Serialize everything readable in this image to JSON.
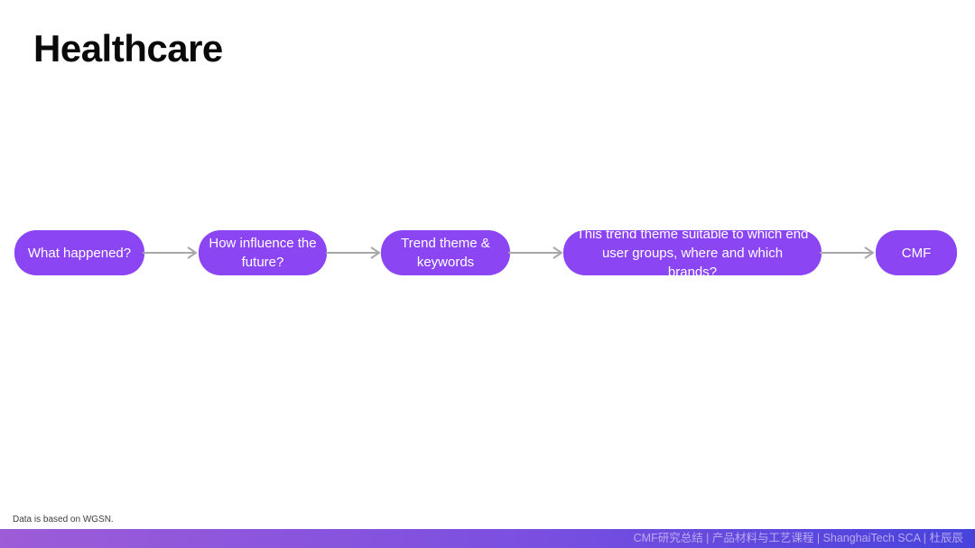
{
  "slide": {
    "title": "Healthcare",
    "note": "Data is based on WGSN.",
    "footer": {
      "text": "CMF研究总结 | 产品材料与工艺课程 | ShanghaiTech SCA | 杜辰辰",
      "gradient_start": "#9D5CD8",
      "gradient_end": "#4643DC",
      "text_color": "#BCA9EF"
    },
    "colors": {
      "background": "#FFFFFF",
      "title_text": "#0A0A0A",
      "box_fill": "#8B45F2",
      "box_text": "#FFFFFF",
      "arrow": "#A8A8A8",
      "note_text": "#3D3D3D"
    }
  },
  "flow": {
    "steps": [
      {
        "label": "What happened?"
      },
      {
        "label": "How influence the future?"
      },
      {
        "label": "Trend theme & keywords"
      },
      {
        "label": "This trend theme suitable to which end user groups, where and which brands?"
      },
      {
        "label": "CMF"
      }
    ]
  }
}
